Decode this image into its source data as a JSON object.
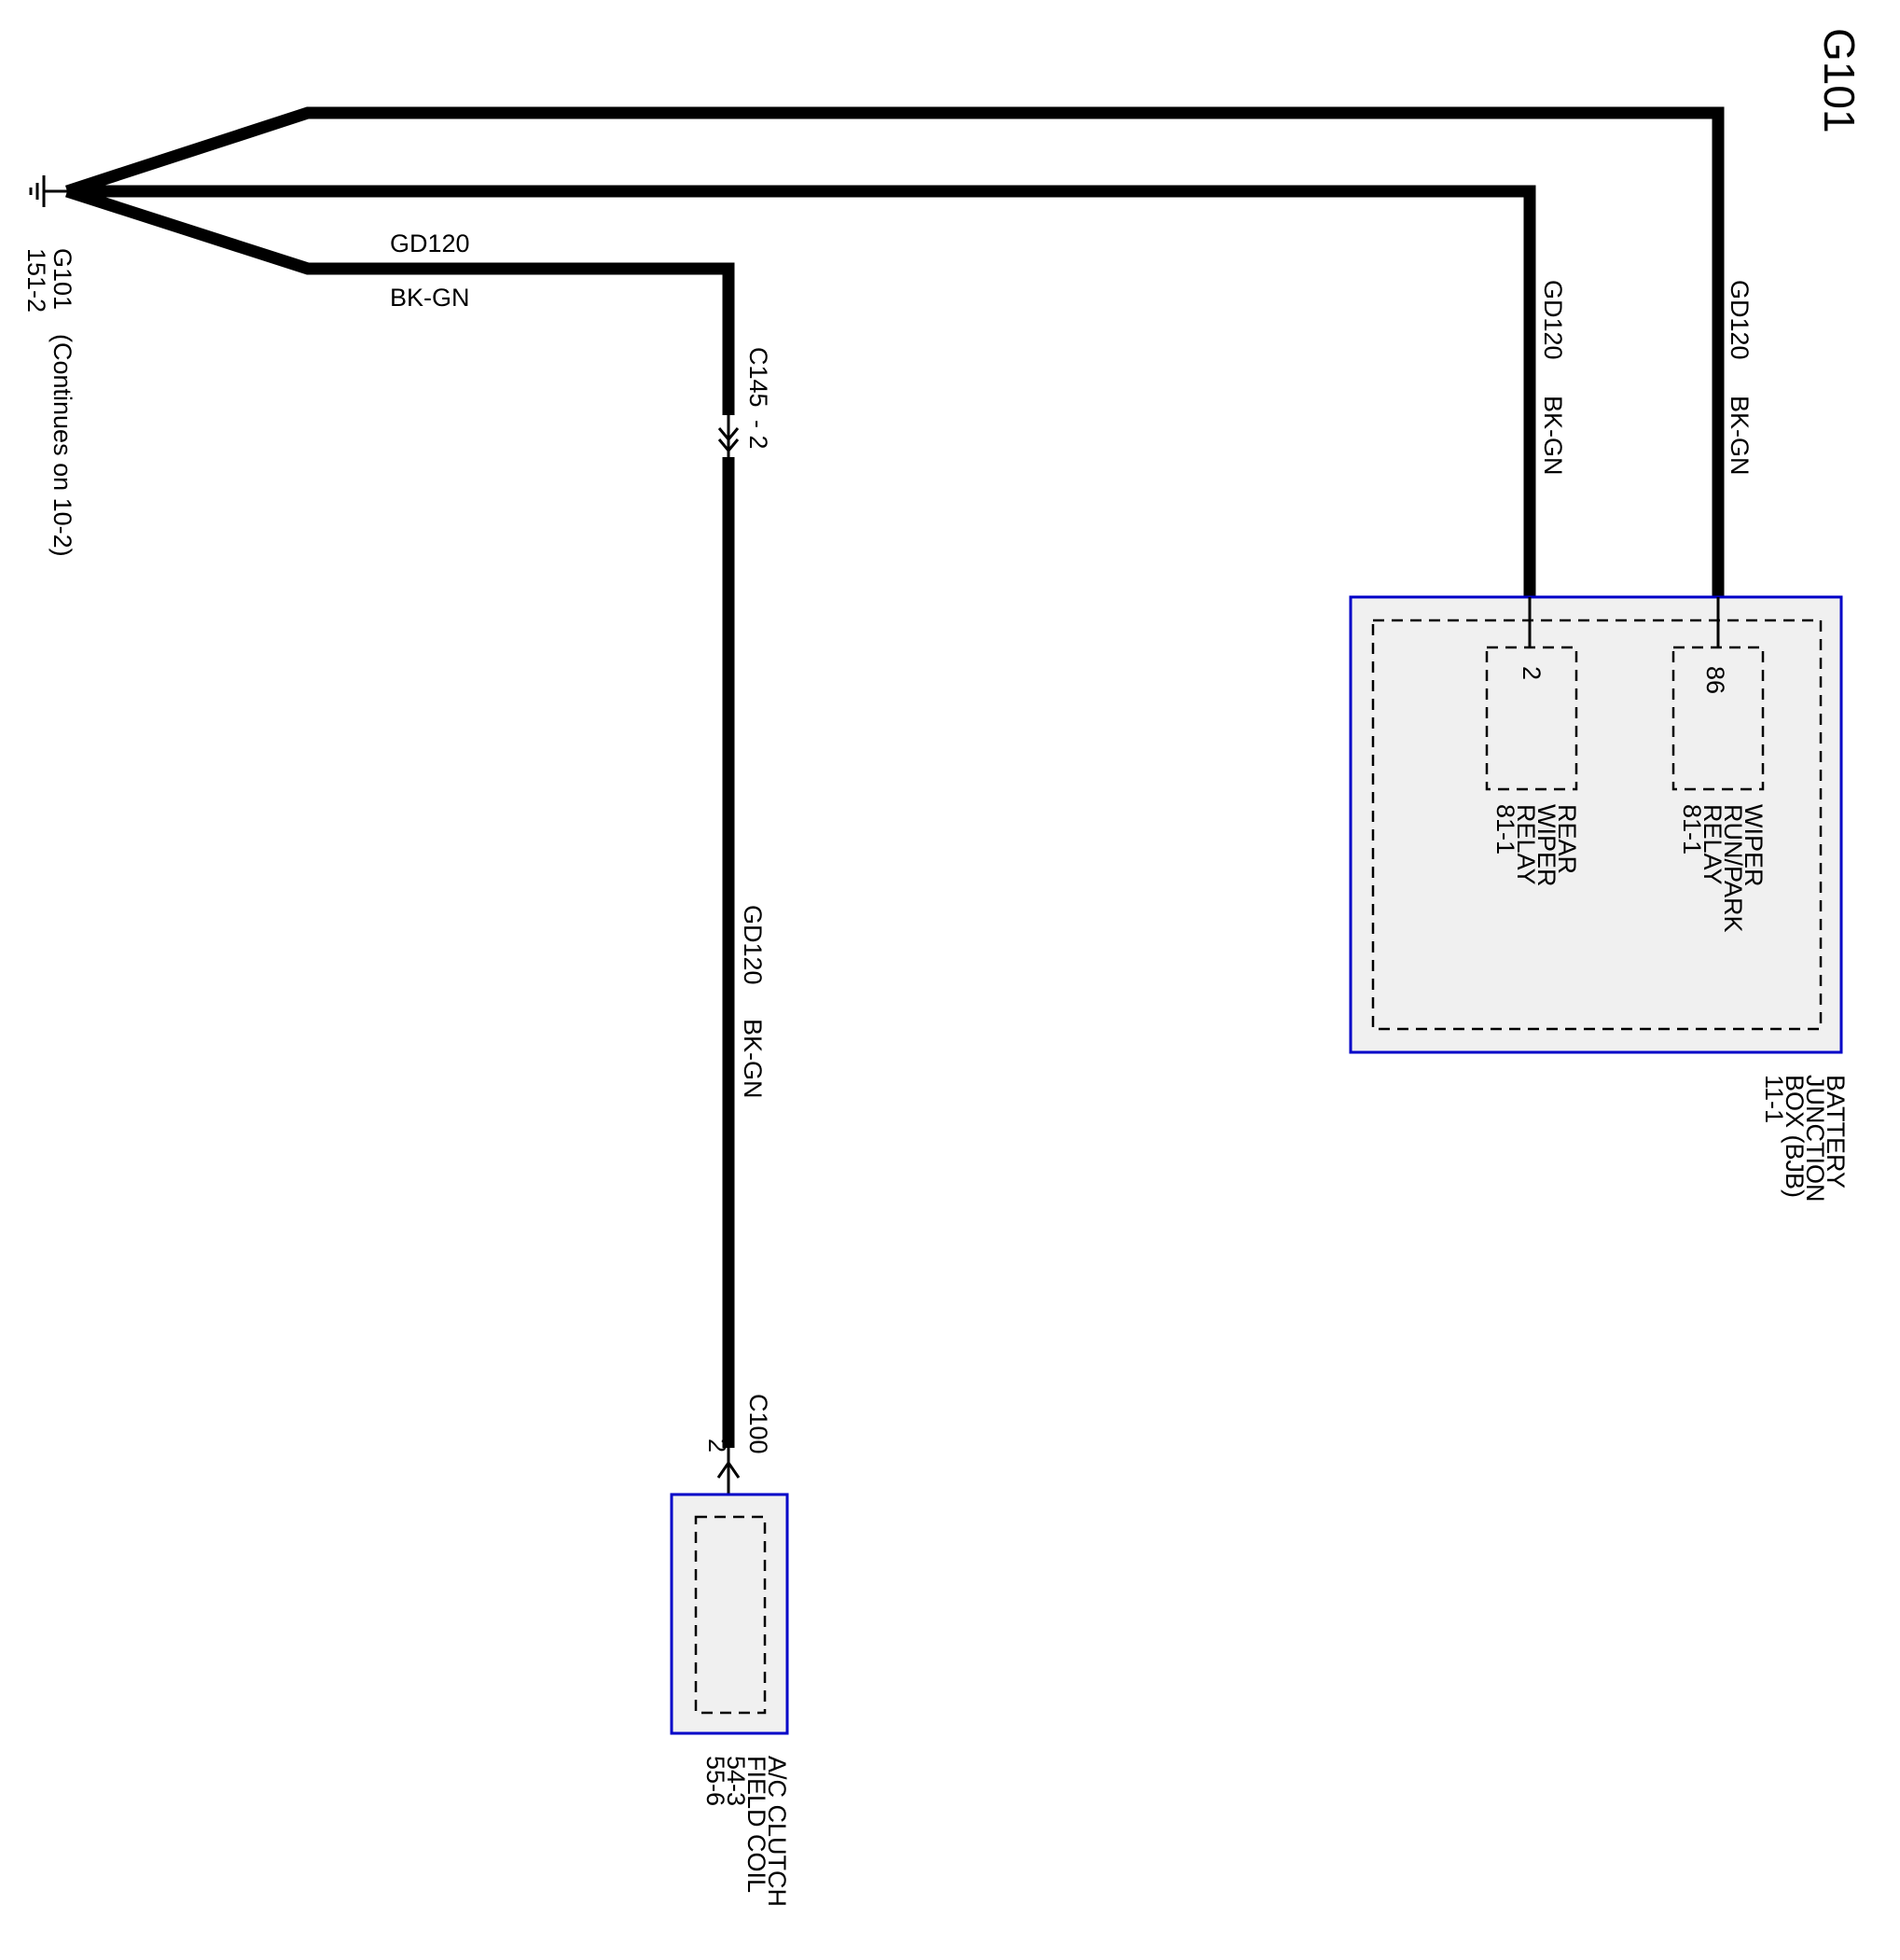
{
  "colors": {
    "wire": "#000000",
    "component_border": "#0000c8",
    "component_fill": "#f0f0f0"
  },
  "title": "G101",
  "ground": {
    "id": "G101",
    "ref": "151-2",
    "note": "(Continues on 10-2)",
    "icon": "ground-icon"
  },
  "wires": {
    "lower_branch": {
      "circuit": "GD120",
      "color": "BK-GN"
    },
    "vertical_left": {
      "circuit": "GD120",
      "color": "BK-GN"
    },
    "to_rear_wiper": {
      "circuit": "GD120",
      "color": "BK-GN"
    },
    "to_wiper_runpark": {
      "circuit": "GD120",
      "color": "BK-GN"
    }
  },
  "connectors": {
    "c145": {
      "label": "C145",
      "pin": "- 2"
    },
    "c100": {
      "label": "C100",
      "pin": "2"
    }
  },
  "components": {
    "bjb": {
      "name_lines": [
        "BATTERY",
        "JUNCTION",
        "BOX (BJB)",
        "11-1"
      ],
      "relays": [
        {
          "pin": "2",
          "name_lines": [
            "REAR",
            "WIPER",
            "RELAY",
            "81-1"
          ]
        },
        {
          "pin": "86",
          "name_lines": [
            "WIPER",
            "RUN/PARK",
            "RELAY",
            "81-1"
          ]
        }
      ]
    },
    "ac_clutch": {
      "name_lines": [
        "A/C CLUTCH",
        "FIELD COIL",
        "54-3",
        "55-6"
      ]
    }
  }
}
